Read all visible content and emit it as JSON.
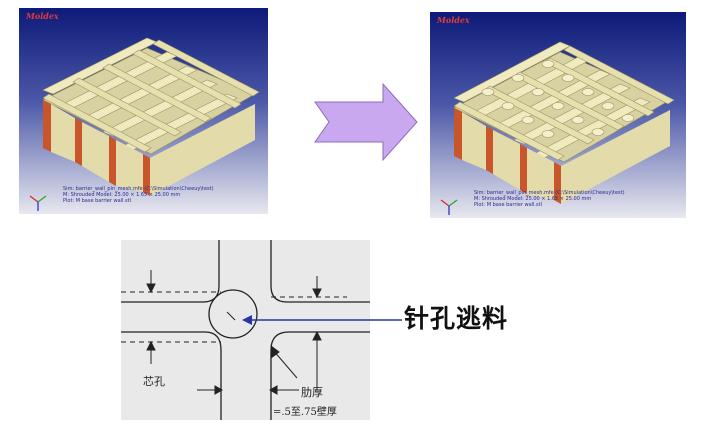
{
  "left_view": {
    "brand": "Moldex",
    "info_lines": [
      "Sim:  barrier_wall_pin_mesh.mfe (C:\\Simulation\\Cheeuy\\test)",
      "M:   Shrouded Model: 25.00 × 1.65 × 25.00 mm",
      "Plot: M   base barrier wall.stl"
    ]
  },
  "right_view": {
    "brand": "Moldex",
    "info_lines": [
      "Sim:  barrier_wall_pin_mesh.mfe (C:\\Simulation\\Cheeuy\\test)",
      "M:   Shrouded Model: 25.00 × 1.65 × 25.00 mm",
      "Plot: M   base barrier wall.stl"
    ]
  },
  "diagram": {
    "core_hole_label": "芯孔",
    "rib_thickness_label": "肋厚",
    "ratio_label": "=.5至.75壁厚"
  },
  "pin_hole_overflow_label": "针孔逃料",
  "colors": {
    "part_face": "#efeac0",
    "part_side": "#c9c08a",
    "part_edge": "#c8562a",
    "arrow_fill": "#c9a8f0",
    "pointer_line": "#2436a8"
  }
}
